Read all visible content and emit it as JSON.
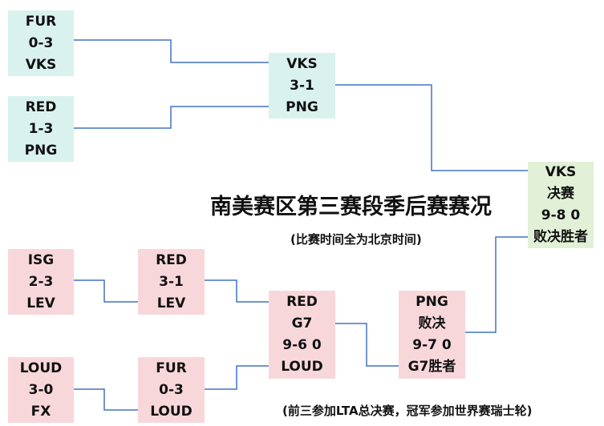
{
  "title": "南美赛区第三赛段季后赛赛况",
  "subtitle": "(比赛时间全为北京时间)",
  "note": "(前三参加LTA总决赛，冠军参加世界赛瑞士轮)",
  "colors": {
    "upper": "#d9f2ee",
    "lower": "#f8d7da",
    "final": "#e1f0d6",
    "line": "#4472c4"
  },
  "upper_bracket": {
    "m1": [
      "FUR",
      "0-3",
      "VKS"
    ],
    "m2": [
      "RED",
      "1-3",
      "PNG"
    ],
    "final": [
      "VKS",
      "3-1",
      "PNG"
    ]
  },
  "lower_bracket": {
    "r1a": [
      "ISG",
      "2-3",
      "LEV"
    ],
    "r1b": [
      "LOUD",
      "3-0",
      "FX"
    ],
    "r2a": [
      "RED",
      "3-1",
      "LEV"
    ],
    "r2b": [
      "FUR",
      "0-3",
      "LOUD"
    ],
    "r3": [
      "RED",
      "G7",
      "9-6 0",
      "LOUD"
    ],
    "final": [
      "PNG",
      "败决",
      "9-7 0",
      "G7胜者"
    ]
  },
  "grand_final": [
    "VKS",
    "决赛",
    "9-8 0",
    "败决胜者"
  ]
}
